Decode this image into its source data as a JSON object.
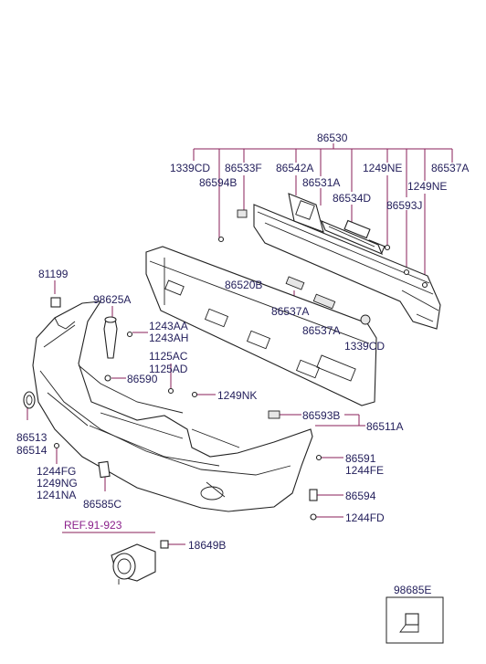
{
  "callouts": {
    "c86530": "86530",
    "c1339CD_top": "1339CD",
    "c86533F": "86533F",
    "c86542A": "86542A",
    "c1249NE_a": "1249NE",
    "c86537A_top": "86537A",
    "c86594B": "86594B",
    "c86531A": "86531A",
    "c1249NE_b": "1249NE",
    "c86534D": "86534D",
    "c86593J": "86593J",
    "c81199": "81199",
    "c98625A": "98625A",
    "c86520B": "86520B",
    "c86537A_mid1": "86537A",
    "c86537A_mid2": "86537A",
    "c1339CD_mid": "1339CD",
    "c1243AA": "1243AA",
    "c1243AH": "1243AH",
    "c1125AC": "1125AC",
    "c1125AD": "1125AD",
    "c86590": "86590",
    "c1249NK": "1249NK",
    "c86593B": "86593B",
    "c86511A": "86511A",
    "c86513": "86513",
    "c86514": "86514",
    "c1244FG": "1244FG",
    "c1249NG": "1249NG",
    "c1241NA": "1241NA",
    "c86591": "86591",
    "c1244FE": "1244FE",
    "c86594": "86594",
    "c86585C": "86585C",
    "c1244FD": "1244FD",
    "c18649B": "18649B",
    "c98685E": "98685E"
  },
  "reference": {
    "label": "REF.91-923"
  }
}
